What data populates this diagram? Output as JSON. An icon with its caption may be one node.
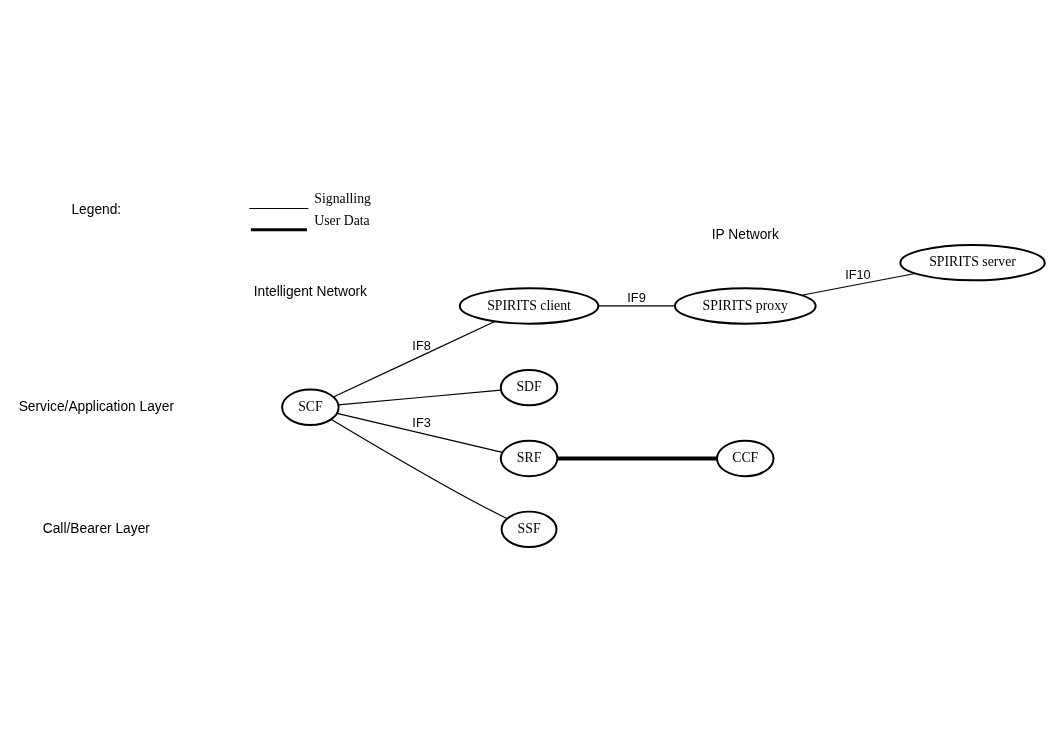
{
  "diagram": {
    "nodes": [
      {
        "text": [
          "SDF"
        ]
      },
      {
        "text": [
          "SCF"
        ]
      },
      {
        "text": [
          "SPIRITS client"
        ]
      },
      {
        "text": [
          "SPIRITS proxy"
        ]
      },
      {
        "text": [
          "SPIRITS server"
        ]
      },
      {
        "text": [
          "SRF"
        ]
      },
      {
        "text": [
          "SSF"
        ]
      },
      {
        "text": [
          "CCF"
        ]
      }
    ],
    "edges": [
      {
        "from": 1,
        "to": 0,
        "arrow": "none"
      },
      {
        "from": 1,
        "to": 2,
        "arrow": "none",
        "label": "IF8"
      },
      {
        "from": 2,
        "to": 3,
        "arrow": "none",
        "label": "IF9"
      },
      {
        "from": 3,
        "to": 4,
        "arrow": "none",
        "label": "IF10"
      },
      {
        "from": 1,
        "to": 5,
        "arrow": "none",
        "label": "IF3"
      },
      {
        "from": 1,
        "to": 6,
        "arrow": "none"
      },
      {
        "from": 5,
        "to": 7,
        "arrow": "none",
        "style": "thick"
      }
    ],
    "labels": [
      "Intelligent Network",
      "IP Network",
      "Service/Application Layer",
      "Call/Bearer Layer",
      "Legend:"
    ],
    "legend": [
      {
        "text": "Signalling"
      },
      {
        "text": "User Data"
      }
    ]
  }
}
